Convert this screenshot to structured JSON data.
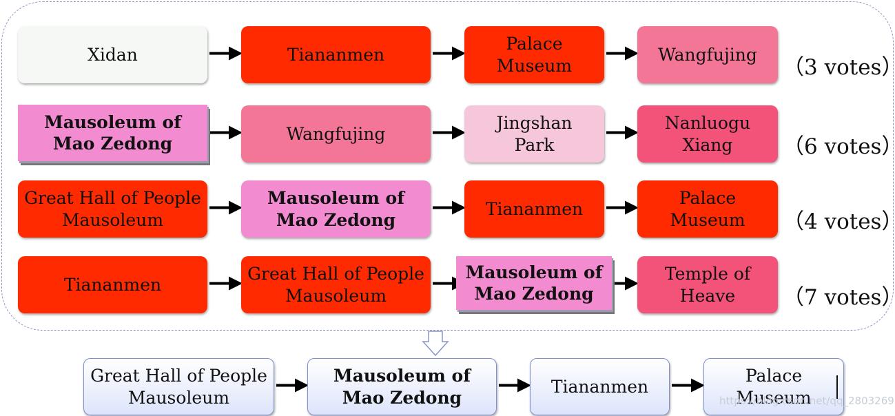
{
  "colors": {
    "red": "#ff2a00",
    "pink": "#f47696",
    "deep_pink": "#f35279",
    "light_pink": "#f6c7da",
    "magenta": "#f38bd0",
    "white_box": "#f5f8f5",
    "blue_box": "#dde4fb",
    "container_border": "#8a96c4"
  },
  "rows": [
    {
      "nodes": [
        {
          "label": "Xidan",
          "color": "white_box",
          "bold": false
        },
        {
          "label": "Tiananmen",
          "color": "red",
          "bold": false
        },
        {
          "label": "Palace Museum",
          "color": "red",
          "bold": false
        },
        {
          "label": "Wangfujing",
          "color": "pink",
          "bold": false
        }
      ],
      "votes": "（3 votes）"
    },
    {
      "nodes": [
        {
          "label": "Mausoleum of\nMao Zedong",
          "color": "magenta",
          "bold": true
        },
        {
          "label": "Wangfujing",
          "color": "pink",
          "bold": false
        },
        {
          "label": "Jingshan\nPark",
          "color": "light_pink",
          "bold": false
        },
        {
          "label": "Nanluogu\nXiang",
          "color": "deep_pink",
          "bold": false
        }
      ],
      "votes": "（6 votes）"
    },
    {
      "nodes": [
        {
          "label": "Great Hall of People\nMausoleum",
          "color": "red",
          "bold": false
        },
        {
          "label": "Mausoleum of\nMao Zedong",
          "color": "magenta",
          "bold": true
        },
        {
          "label": "Tiananmen",
          "color": "red",
          "bold": false
        },
        {
          "label": "Palace Museum",
          "color": "red",
          "bold": false
        }
      ],
      "votes": "（4 votes）"
    },
    {
      "nodes": [
        {
          "label": "Tiananmen",
          "color": "red",
          "bold": false
        },
        {
          "label": "Great Hall of People\nMausoleum",
          "color": "red",
          "bold": false
        },
        {
          "label": "Mausoleum of\nMao Zedong",
          "color": "magenta",
          "bold": true
        },
        {
          "label": "Temple of\nHeave",
          "color": "deep_pink",
          "bold": false
        }
      ],
      "votes": "（7 votes）"
    }
  ],
  "result": {
    "nodes": [
      {
        "label": "Great Hall of People\nMausoleum",
        "bold": false
      },
      {
        "label": "Mausoleum of\nMao Zedong",
        "bold": true
      },
      {
        "label": "Tiananmen",
        "bold": false
      },
      {
        "label": "Palace Museum",
        "bold": false
      }
    ]
  },
  "watermark": "https://blog.csdn.net/qq_28032693"
}
